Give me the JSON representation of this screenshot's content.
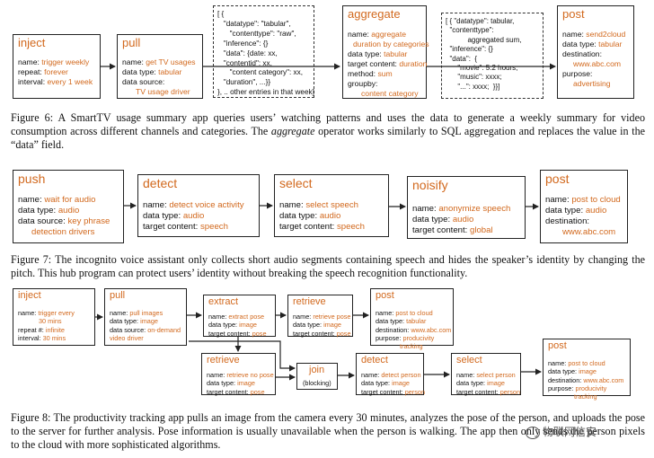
{
  "fig6": {
    "inject": {
      "title": "inject",
      "rows": [
        {
          "k": "name: ",
          "v": "trigger weekly"
        },
        {
          "k": "repeat: ",
          "v": "forever"
        },
        {
          "k": "interval: ",
          "v": "every 1 week"
        }
      ]
    },
    "pull": {
      "title": "pull",
      "rows": [
        {
          "k": "name: ",
          "v": "get TV usages"
        },
        {
          "k": "data type: ",
          "v": "tabular"
        },
        {
          "k": "data source: ",
          "v": ""
        }
      ],
      "cont": "TV usage driver"
    },
    "json1": "[ {\n   \"datatype\": \"tabular\",\n      \"contenttype\": \"raw\",\n   \"inference\": {}\n   \"data\": {date: xx,\n   \"contentid\": xx,\n      \"content category\": xx,\n   \"duration\", ...}}\n}, .. other entries in that week]",
    "aggregate": {
      "title": "aggregate",
      "rows": [
        {
          "k": "name: ",
          "v": "aggregate"
        }
      ],
      "cont1": "duration by categories",
      "rows2": [
        {
          "k": "data type: ",
          "v": "tabular"
        },
        {
          "k": "target content: ",
          "v": "duration"
        },
        {
          "k": "method: ",
          "v": "sum"
        },
        {
          "k": "groupby: ",
          "v": ""
        }
      ],
      "cont2": "content category"
    },
    "json2": "[ { \"datatype\": tabular,\n  \"contenttype\":\n           aggregated sum,\n  \"inference\": {}\n  \"data\":  {\n      \"movie\": 5.2 hours;\n      \"music\": xxxx;\n      \"...\": xxxx;  }}]",
    "post": {
      "title": "post",
      "rows": [
        {
          "k": "name: ",
          "v": "send2cloud"
        },
        {
          "k": "data type: ",
          "v": "tabular"
        },
        {
          "k": "destination: ",
          "v": ""
        }
      ],
      "cont1": "www.abc.com",
      "rows2": [
        {
          "k": "purpose: ",
          "v": ""
        }
      ],
      "cont2": "advertising"
    },
    "caption_a": "Figure 6: A SmartTV usage summary app queries users’ watching patterns and uses the data to generate a weekly summary for video consumption across different channels and categories. The ",
    "caption_em": "aggregate",
    "caption_b": " operator works similarly to SQL aggregation and replaces the value in the “data” field."
  },
  "fig7": {
    "push": {
      "title": "push",
      "rows": [
        {
          "k": "name: ",
          "v": "wait for audio"
        },
        {
          "k": "data type: ",
          "v": "audio"
        },
        {
          "k": "data source: ",
          "v": "key phrase"
        }
      ],
      "cont": "detection drivers"
    },
    "detect": {
      "title": "detect",
      "rows": [
        {
          "k": "name: ",
          "v": "detect voice activity"
        },
        {
          "k": "data type: ",
          "v": "audio"
        },
        {
          "k": "target content: ",
          "v": "speech"
        }
      ]
    },
    "select": {
      "title": "select",
      "rows": [
        {
          "k": "name: ",
          "v": "select speech"
        },
        {
          "k": "data type: ",
          "v": "audio"
        },
        {
          "k": "target content: ",
          "v": "speech"
        }
      ]
    },
    "noisify": {
      "title": "noisify",
      "rows": [
        {
          "k": "name: ",
          "v": "anonymize speech"
        },
        {
          "k": "data type: ",
          "v": "audio"
        },
        {
          "k": "target content: ",
          "v": "global"
        }
      ]
    },
    "post": {
      "title": "post",
      "rows": [
        {
          "k": "name: ",
          "v": "post to cloud"
        },
        {
          "k": "data type: ",
          "v": "audio"
        },
        {
          "k": "destination: ",
          "v": ""
        }
      ],
      "cont": "www.abc.com"
    },
    "caption": "Figure 7: The incognito voice assistant only collects short audio segments containing speech and hides the speaker’s identity by changing the pitch. This hub program can protect users’ identity without breaking the speech recognition functionality."
  },
  "fig8": {
    "inject": {
      "title": "inject",
      "rows": [
        {
          "k": "name: ",
          "v": "trigger every"
        }
      ],
      "cont": "30 mins",
      "rows2": [
        {
          "k": "repeat #: ",
          "v": "infinite"
        },
        {
          "k": "interval: ",
          "v": "30 mins"
        }
      ]
    },
    "pull": {
      "title": "pull",
      "rows": [
        {
          "k": "name: ",
          "v": "pull images"
        },
        {
          "k": "data type: ",
          "v": "image"
        },
        {
          "k": "data source: ",
          "v": "on-demand"
        }
      ],
      "cont": "video driver"
    },
    "extract": {
      "title": "extract",
      "rows": [
        {
          "k": "name: ",
          "v": "extract pose"
        },
        {
          "k": "data type: ",
          "v": "image"
        },
        {
          "k": "target content: ",
          "v": "pose"
        }
      ]
    },
    "retrieve1": {
      "title": "retrieve",
      "rows": [
        {
          "k": "name: ",
          "v": "retrieve pose"
        },
        {
          "k": "data type: ",
          "v": "image"
        },
        {
          "k": "target content: ",
          "v": "pose"
        }
      ]
    },
    "post1": {
      "title": "post",
      "rows": [
        {
          "k": "name: ",
          "v": "post to cloud"
        },
        {
          "k": "data type: ",
          "v": "tabular"
        },
        {
          "k": "destination: ",
          "v": "www.abc.com"
        },
        {
          "k": "purpose: ",
          "v": "producivity"
        }
      ],
      "cont": "tracking"
    },
    "retrieve2": {
      "title": "retrieve",
      "rows": [
        {
          "k": "name: ",
          "v": "retrieve no pose"
        },
        {
          "k": "data type: ",
          "v": "image"
        },
        {
          "k": "target content: ",
          "v": "pose"
        }
      ]
    },
    "join": {
      "title": "join",
      "sub": "(blocking)"
    },
    "detect": {
      "title": "detect",
      "rows": [
        {
          "k": "name: ",
          "v": "detect person"
        },
        {
          "k": "data type: ",
          "v": "image"
        },
        {
          "k": "target content: ",
          "v": "person"
        }
      ]
    },
    "select": {
      "title": "select",
      "rows": [
        {
          "k": "name: ",
          "v": "select person"
        },
        {
          "k": "data type: ",
          "v": "image"
        },
        {
          "k": "target content: ",
          "v": "person"
        }
      ]
    },
    "post2": {
      "title": "post",
      "rows": [
        {
          "k": "name: ",
          "v": "post to cloud"
        },
        {
          "k": "data type: ",
          "v": "image"
        },
        {
          "k": "destination: ",
          "v": "www.abc.com"
        },
        {
          "k": "purpose: ",
          "v": "producivity"
        }
      ],
      "cont": "tracking"
    },
    "caption": "Figure 8: The productivity tracking app pulls an image from the camera every 30 minutes, analyzes the pose of the person, and uploads the pose to the server for further analysis. Pose information is usually unavailable when the person is walking. The app then only sends the person pixels to the cloud with more sophisticated algorithms."
  },
  "watermark": "物联网信安"
}
